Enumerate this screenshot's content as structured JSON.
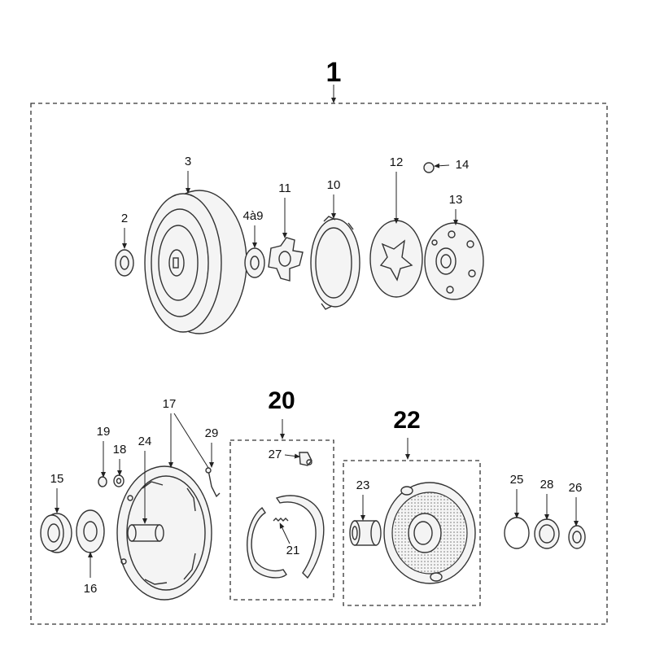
{
  "groups": {
    "main": "1",
    "brake_shoes": "20",
    "hub_assembly": "22"
  },
  "callouts": {
    "c2": "2",
    "c3": "3",
    "c4to9": "4à9",
    "c10": "10",
    "c11": "11",
    "c12": "12",
    "c13": "13",
    "c14": "14",
    "c15": "15",
    "c16": "16",
    "c17": "17",
    "c18": "18",
    "c19": "19",
    "c21": "21",
    "c23": "23",
    "c24": "24",
    "c25": "25",
    "c26": "26",
    "c27": "27",
    "c28": "28",
    "c29": "29"
  },
  "colors": {
    "line": "#333333",
    "background": "#ffffff"
  }
}
